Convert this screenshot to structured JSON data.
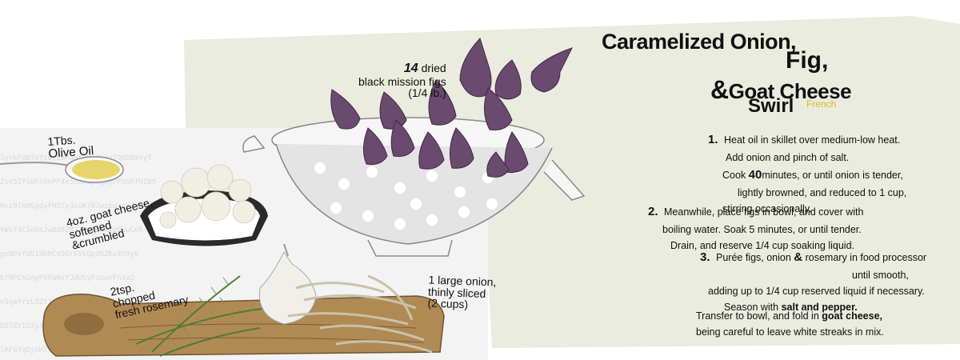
{
  "recipe": {
    "title_line1": "Caramelized Onion,",
    "title_line2": "Fig,",
    "title_amp": "&",
    "title_line3": "Goat Cheese",
    "title_line4": "Swirl",
    "cuisine": "French"
  },
  "ingredients": {
    "oil_qty": "1Tbs.",
    "oil_name": "Olive Oil",
    "cheese_qty": "4oz.",
    "cheese_line1": "goat cheese,",
    "cheese_line2": "softened",
    "cheese_line3": "&crumbled",
    "rosemary_qty": "2tsp.",
    "rosemary_line1": "chopped",
    "rosemary_line2": "fresh rosemary",
    "figs_qty": "14",
    "figs_line1": "dried",
    "figs_line2": "black mission figs",
    "figs_line3": "(1/4 lb.)",
    "onion_line1": "1 large onion,",
    "onion_line2": "thinly sliced",
    "onion_line3": "(2 cups)"
  },
  "steps": {
    "s1_num": "1.",
    "s1_a": "Heat oil in skillet over medium-low heat.",
    "s1_b": "Add onion and pinch of salt.",
    "s1_c1": "Cook ",
    "s1_c2": "40",
    "s1_c3": "minutes, or until onion is tender,",
    "s1_d": "lightly browned, and reduced to 1 cup,",
    "s1_e": "stirring occasionally.",
    "s2_num": "2.",
    "s2_a": "Meanwhile, place figs in bowl, and cover with",
    "s2_b": "boiling water. Soak 5 minutes, or until tender.",
    "s2_c": "Drain, and reserve 1/4 cup soaking liquid.",
    "s3_num": "3.",
    "s3_a1": "Purée figs, onion ",
    "s3_a2": "&",
    "s3_a3": " rosemary in food processor",
    "s3_b": "until smooth,",
    "s3_c": "adding up to 1/4 cup reserved liquid if necessary.",
    "s3_d1": "Season with ",
    "s3_d2": "salt and pepper.",
    "s4_a1": "Transfer to bowl, and fold in ",
    "s4_a2": "goat cheese,",
    "s4_b": "being careful to leave white streaks in mix."
  },
  "colors": {
    "panel": "#e9ecdf",
    "fig": "#6b4a6f",
    "oil": "#e6d66a",
    "board": "#b08a55",
    "accent": "#e0b81a"
  }
}
